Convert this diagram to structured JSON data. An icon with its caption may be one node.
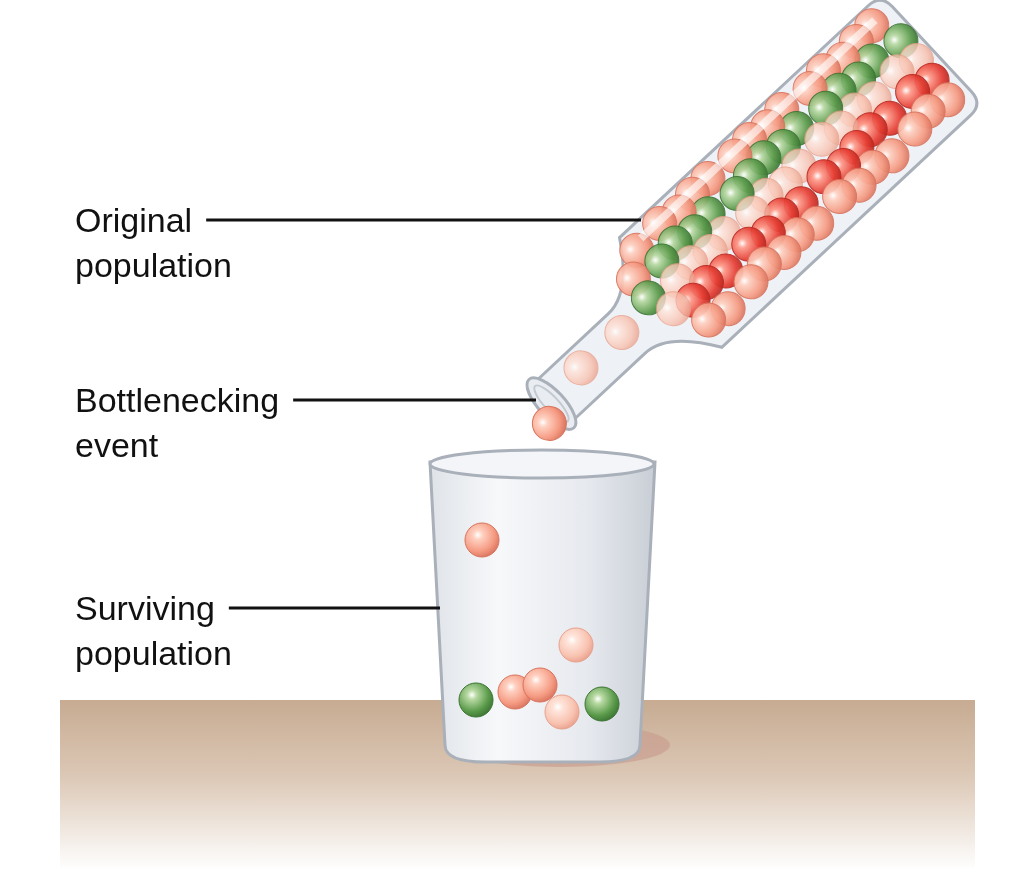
{
  "diagram": {
    "nodes": [
      {
        "text": [
          "Original population"
        ]
      },
      {
        "text": [
          "Bottlenecking event"
        ]
      },
      {
        "text": [
          "Surviving population"
        ]
      },
      {
        "text": [],
        "shape": "bottle"
      },
      {
        "text": [],
        "shape": "glass"
      }
    ],
    "edges": [
      {
        "from": 0,
        "to": 3,
        "arrow": "none"
      },
      {
        "from": 1,
        "to": 3,
        "arrow": "none"
      },
      {
        "from": 2,
        "to": 4,
        "arrow": "none"
      }
    ]
  }
}
